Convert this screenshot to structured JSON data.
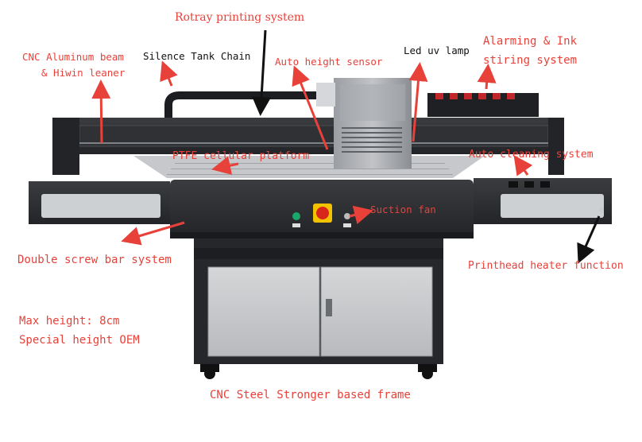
{
  "labels": {
    "rotary": "Rotray printing system",
    "silence": "Silence Tank Chain",
    "cnc_beam_1": "CNC Aluminum beam",
    "cnc_beam_2": "& Hiwin leaner",
    "auto_height": "Auto height sensor",
    "led_uv": "Led uv lamp",
    "alarm_1": "Alarming & Ink",
    "alarm_2": "stiring system",
    "ptfe": "PTFE cellular platform",
    "auto_cleaning": "Auto cleaning system",
    "suction": "Suction fan",
    "double_screw": "Double screw bar system",
    "printhead_heater": "Printhead heater function",
    "max_height": "Max height: 8cm",
    "special_height": "Special height OEM",
    "frame": "CNC Steel Stronger based frame"
  },
  "colors": {
    "label_red": "#e8413a",
    "label_black": "#111111",
    "machine_dark": "#2b2d31",
    "machine_mid": "#3a3d42",
    "cabinet_gray": "#c9cbce",
    "carriage_gray": "#8e9196",
    "estop_yellow": "#f2c200",
    "estop_red": "#d8261c"
  }
}
